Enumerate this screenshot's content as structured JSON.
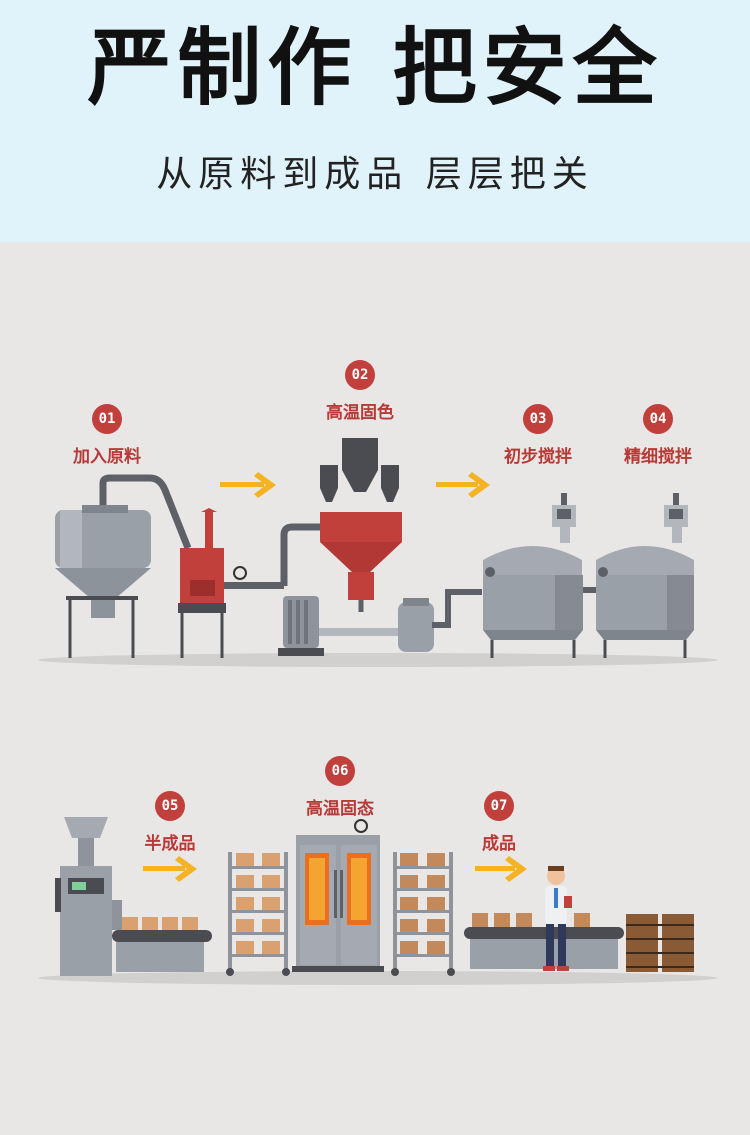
{
  "header": {
    "title": "严制作 把安全",
    "subtitle": "从原料到成品 层层把关"
  },
  "steps": [
    {
      "num": "01",
      "label": "加入原料"
    },
    {
      "num": "02",
      "label": "高温固色"
    },
    {
      "num": "03",
      "label": "初步搅拌"
    },
    {
      "num": "04",
      "label": "精细搅拌"
    },
    {
      "num": "05",
      "label": "半成品"
    },
    {
      "num": "06",
      "label": "高温固态"
    },
    {
      "num": "07",
      "label": "成品"
    }
  ],
  "colors": {
    "header_bg": "#e1f3fa",
    "stage_bg": "#e9e6e6",
    "accent_red": "#c1403c",
    "arrow_yellow": "#f5b324",
    "machine_gray": "#8e939c"
  }
}
